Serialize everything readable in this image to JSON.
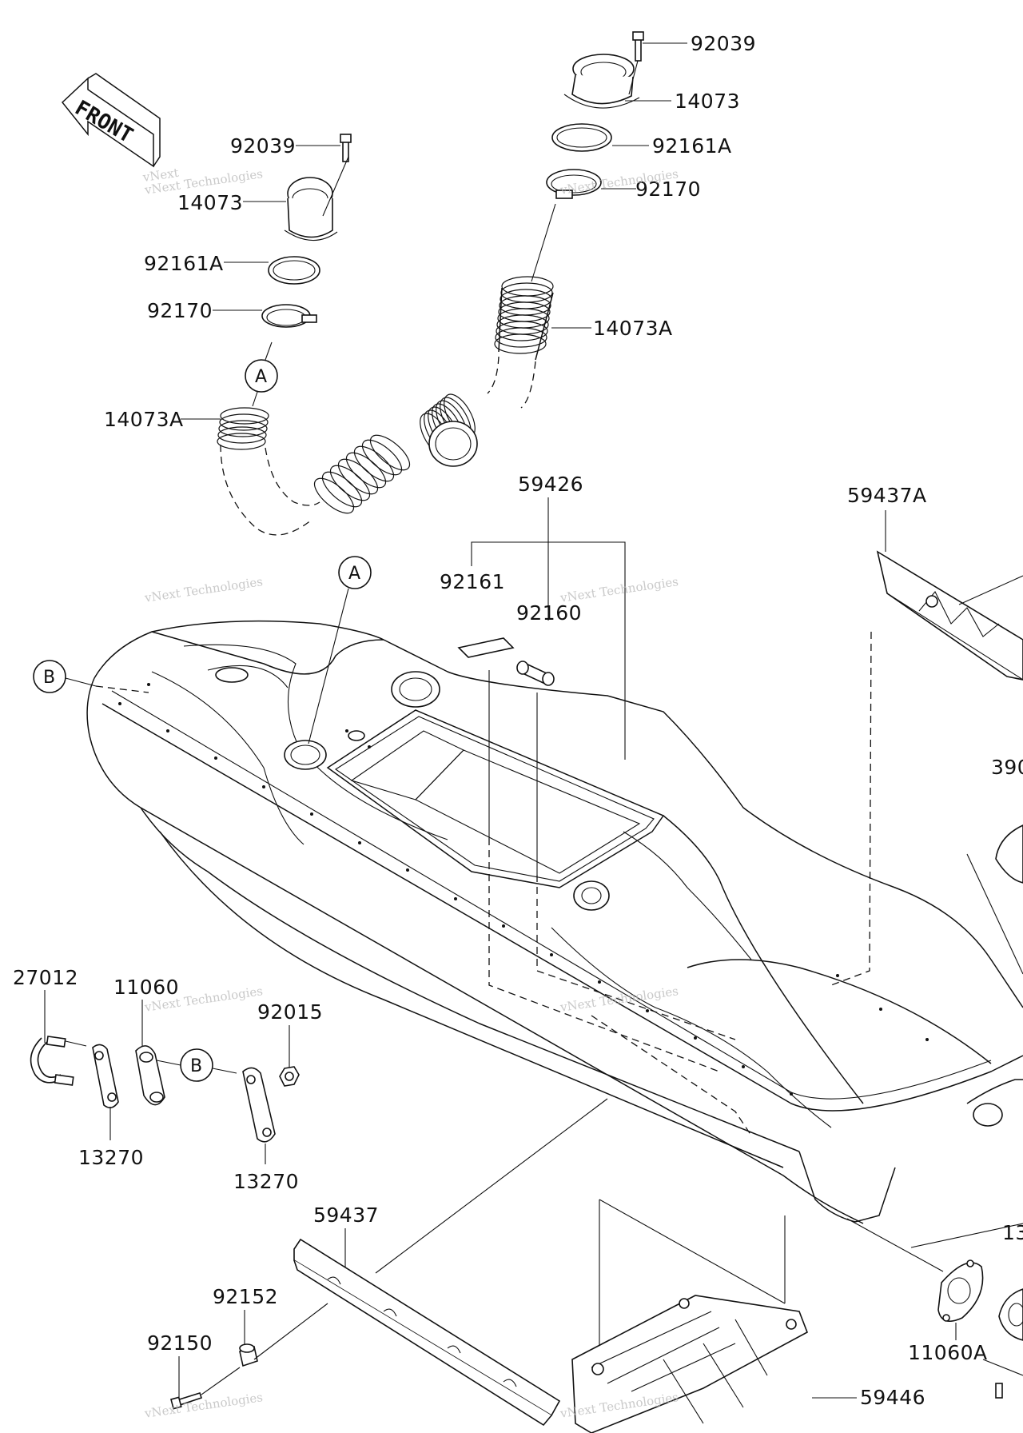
{
  "diagram": {
    "front_label": "FRONT",
    "watermark": "vNext Technologies",
    "part_labels": {
      "p92039_top": "92039",
      "p14073_top": "14073",
      "p92161a_top": "92161A",
      "p92170_top": "92170",
      "p14073a_top": "14073A",
      "p92039_left": "92039",
      "p14073_left": "14073",
      "p92161a_left": "92161A",
      "p92170_left": "92170",
      "p14073a_left": "14073A",
      "p59426": "59426",
      "p92161": "92161",
      "p92160": "92160",
      "p59437a": "59437A",
      "p390": "390",
      "p27012": "27012",
      "p11060": "11060",
      "p92015": "92015",
      "p13270_a": "13270",
      "p13270_b": "13270",
      "p59437": "59437",
      "p92152": "92152",
      "p92150": "92150",
      "p11060a": "11060A",
      "p59446": "59446",
      "p13": "13"
    },
    "callouts": {
      "a_upper": "A",
      "a_lower": "A",
      "b_left": "B",
      "b_mid": "B"
    }
  }
}
